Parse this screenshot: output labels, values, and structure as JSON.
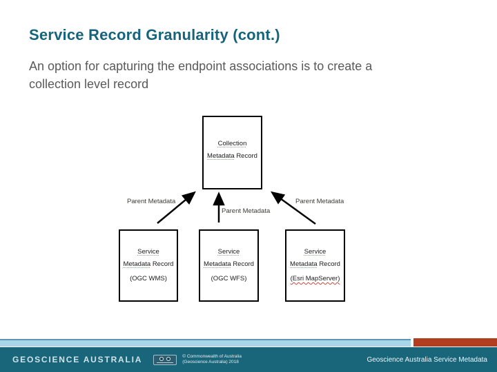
{
  "slide": {
    "title": "Service Record Granularity (cont.)",
    "body_line1": "An option for capturing the endpoint associations is to create a",
    "body_line2": "collection level record"
  },
  "diagram": {
    "collection_box": {
      "line1": "Collection",
      "line2_word1": "Metadata",
      "line2_word2": "Record"
    },
    "service_boxes": [
      {
        "line1": "Service",
        "line2_word1": "Metadata",
        "line2_word2": "Record",
        "line3": "(OGC WMS)"
      },
      {
        "line1": "Service",
        "line2_word1": "Metadata",
        "line2_word2": "Record",
        "line3": "(OGC WFS)"
      },
      {
        "line1": "Service",
        "line2_word1": "Metadata",
        "line2_word2": "Record",
        "line3": "(Esri MapServer)"
      }
    ],
    "arrow_labels": {
      "left": "Parent Metadata",
      "middle": "Parent Metadata",
      "right": "Parent Metadata"
    }
  },
  "footer": {
    "logo_text": "GEOSCIENCE AUSTRALIA",
    "license_badge_icon": "cc-by-license-badge",
    "copyright_line1": "© Commonwealth of Australia",
    "copyright_line2": "(Geoscience Australia) 2018",
    "right_text": "Geoscience Australia Service Metadata"
  },
  "colors": {
    "title_teal": "#16647c",
    "body_gray": "#595959",
    "footer_bar_teal": "#196579",
    "strip_light_blue": "#a9d5e8",
    "strip_edge_blue": "#5b97ae",
    "strip_red": "#b23d1f",
    "box_border": "#000000",
    "spellcheck_red": "#c94438",
    "grammar_dotted_green": "#8aa08a"
  }
}
